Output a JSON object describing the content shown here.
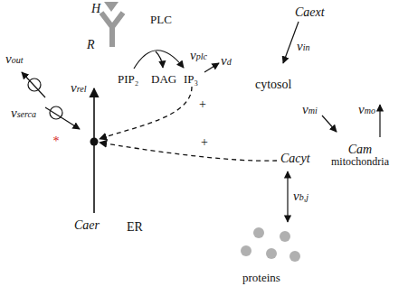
{
  "diagram": {
    "nodes": [
      {
        "text": [
          "cytosol"
        ]
      },
      {
        "text": [
          "PLC"
        ],
        "in": 0
      },
      {
        "text": [
          "Caer",
          "ER"
        ],
        "in": 0
      },
      {
        "text": [
          "*"
        ],
        "in": 2
      },
      {
        "text": [
          "Cam",
          "mitochondria"
        ],
        "in": 0
      }
    ],
    "labels": [
      "H",
      "R",
      "PIP₂",
      "DAG",
      "IP₃",
      "vplc",
      "vd",
      "Caext",
      "vin",
      "vout",
      "+",
      "+",
      "vrel",
      "vserca",
      "Cacyt",
      "vmi",
      "vmo",
      "vb,j",
      "proteins"
    ]
  }
}
